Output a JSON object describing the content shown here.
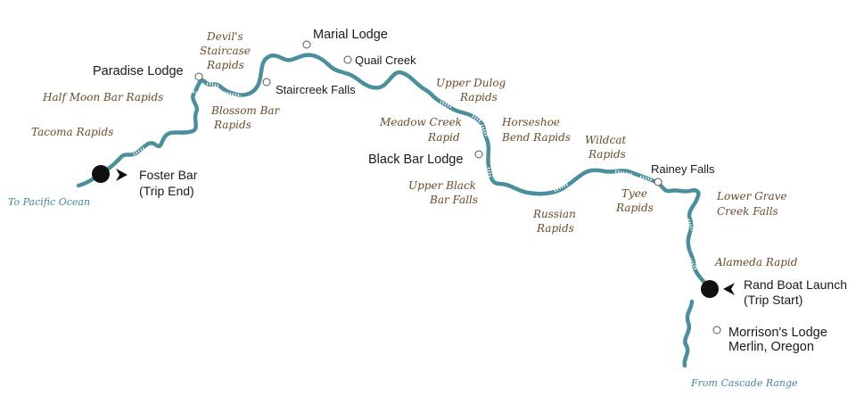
{
  "colors": {
    "river": "#4a8f9c",
    "rapid_label": "#6b4a2a",
    "water_label": "#3f8a98",
    "text": "#1a1a1a",
    "background": "#ffffff"
  },
  "map": {
    "trip_end": {
      "name": "Foster Bar",
      "note": "(Trip End)",
      "icon": "filled-circle-with-arrow"
    },
    "trip_start": {
      "name": "Rand Boat Launch",
      "note": "(Trip Start)",
      "icon": "filled-circle-with-arrow"
    },
    "downstream_label": "To Pacific Ocean",
    "upstream_label": "From Cascade Range",
    "lodges": {
      "paradise": "Paradise Lodge",
      "marial": "Marial Lodge",
      "black_bar": "Black Bar Lodge",
      "morrisons_line1": "Morrison's Lodge",
      "morrisons_line2": "Merlin, Oregon"
    },
    "places": {
      "staircreek_falls": "Staircreek Falls",
      "quail_creek": "Quail Creek",
      "rainey_falls": "Rainey Falls"
    },
    "rapids": {
      "half_moon_bar": "Half Moon Bar Rapids",
      "tacoma": "Tacoma Rapids",
      "devils_staircase_1": "Devil's",
      "devils_staircase_2": "Staircase",
      "devils_staircase_3": "Rapids",
      "blossom_bar_1": "Blossom Bar",
      "blossom_bar_2": "Rapids",
      "upper_dulog_1": "Upper Dulog",
      "upper_dulog_2": "Rapids",
      "meadow_creek_1": "Meadow Creek",
      "meadow_creek_2": "Rapid",
      "horseshoe_bend_1": "Horseshoe",
      "horseshoe_bend_2": "Bend Rapids",
      "upper_black_bar_1": "Upper Black",
      "upper_black_bar_2": "Bar Falls",
      "wildcat_1": "Wildcat",
      "wildcat_2": "Rapids",
      "russian_1": "Russian",
      "russian_2": "Rapids",
      "tyee_1": "Tyee",
      "tyee_2": "Rapids",
      "lower_grave_creek_1": "Lower Grave",
      "lower_grave_creek_2": "Creek Falls",
      "alameda": "Alameda Rapid"
    }
  }
}
